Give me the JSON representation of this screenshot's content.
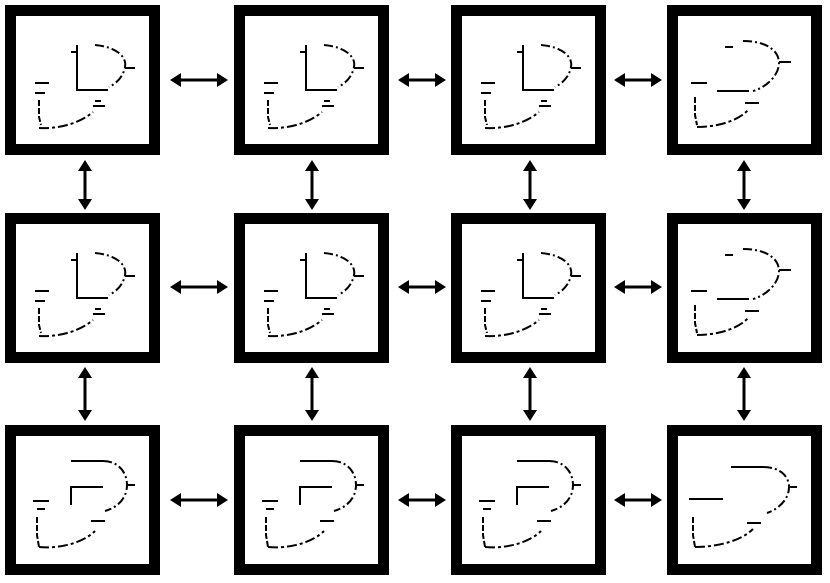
{
  "diagram": {
    "rows": 3,
    "cols": 4,
    "cells": [
      {
        "id": "r1c1",
        "row": 1,
        "col": 1,
        "glyph": "trace-variant-a"
      },
      {
        "id": "r1c2",
        "row": 1,
        "col": 2,
        "glyph": "trace-variant-a"
      },
      {
        "id": "r1c3",
        "row": 1,
        "col": 3,
        "glyph": "trace-variant-a"
      },
      {
        "id": "r1c4",
        "row": 1,
        "col": 4,
        "glyph": "trace-variant-b"
      },
      {
        "id": "r2c1",
        "row": 2,
        "col": 1,
        "glyph": "trace-variant-a"
      },
      {
        "id": "r2c2",
        "row": 2,
        "col": 2,
        "glyph": "trace-variant-a"
      },
      {
        "id": "r2c3",
        "row": 2,
        "col": 3,
        "glyph": "trace-variant-a"
      },
      {
        "id": "r2c4",
        "row": 2,
        "col": 4,
        "glyph": "trace-variant-b"
      },
      {
        "id": "r3c1",
        "row": 3,
        "col": 1,
        "glyph": "trace-variant-c"
      },
      {
        "id": "r3c2",
        "row": 3,
        "col": 2,
        "glyph": "trace-variant-c"
      },
      {
        "id": "r3c3",
        "row": 3,
        "col": 3,
        "glyph": "trace-variant-c"
      },
      {
        "id": "r3c4",
        "row": 3,
        "col": 4,
        "glyph": "trace-variant-d"
      }
    ],
    "connections": {
      "horizontal": "bidirectional-arrow",
      "vertical": "bidirectional-arrow"
    },
    "colors": {
      "stroke": "#000000",
      "background": "#ffffff"
    }
  }
}
